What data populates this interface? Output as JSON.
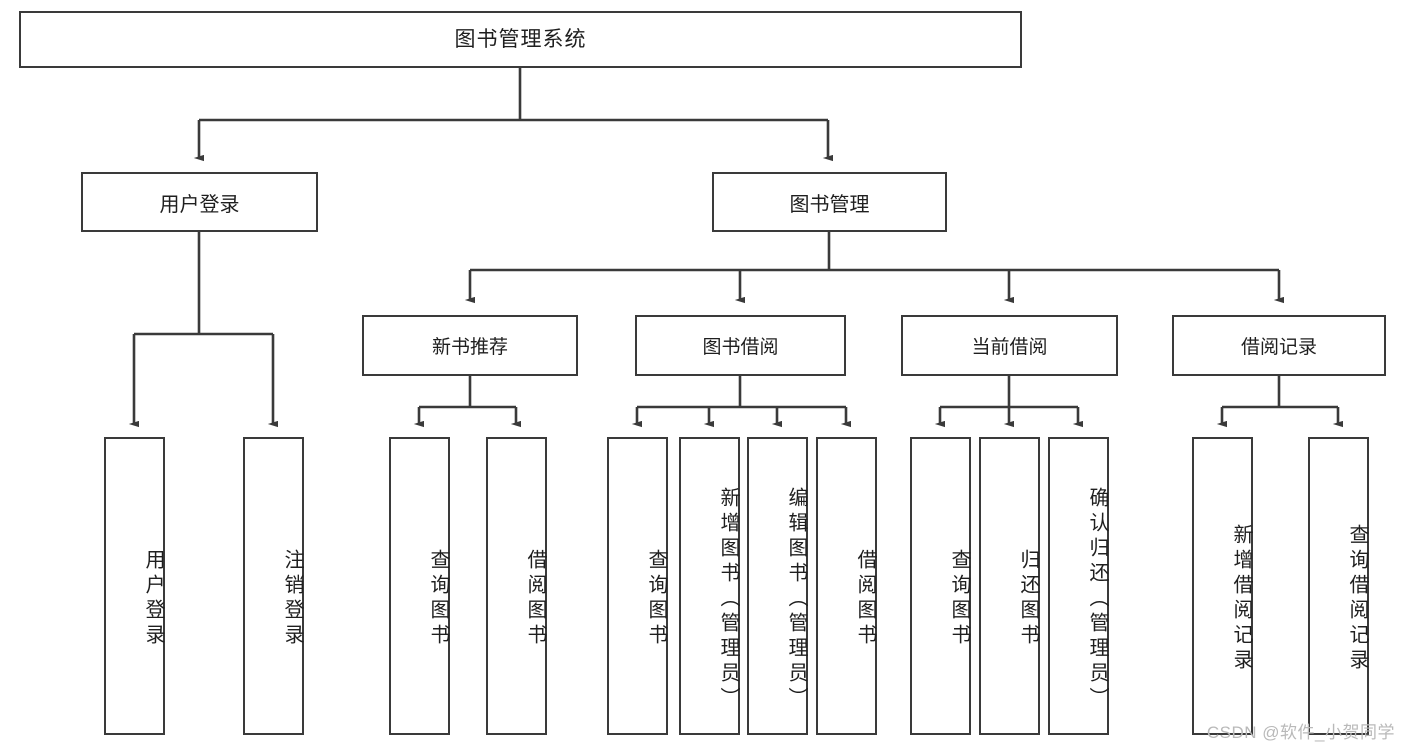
{
  "diagram": {
    "title": "图书管理系统",
    "watermark": "CSDN @软件_小贺同学",
    "line_color": "#3a3a3a",
    "box_fill": "#ffffff",
    "text_color": "#1f1f1f",
    "root": {
      "label": "图书管理系统"
    },
    "level2": [
      {
        "label": "用户登录"
      },
      {
        "label": "图书管理"
      }
    ],
    "level3": [
      {
        "label": "新书推荐"
      },
      {
        "label": "图书借阅"
      },
      {
        "label": "当前借阅"
      },
      {
        "label": "借阅记录"
      }
    ],
    "leaves": {
      "user_login": [
        {
          "label": "用户登录"
        },
        {
          "label": "注销登录"
        }
      ],
      "new_book": [
        {
          "label": "查询图书"
        },
        {
          "label": "借阅图书"
        }
      ],
      "book_borrow": [
        {
          "label": "查询图书"
        },
        {
          "label": "新增图书（管理员）"
        },
        {
          "label": "编辑图书（管理员）"
        },
        {
          "label": "借阅图书"
        }
      ],
      "current_borrow": [
        {
          "label": "查询图书"
        },
        {
          "label": "归还图书"
        },
        {
          "label": "确认归还（管理员）"
        }
      ],
      "borrow_record": [
        {
          "label": "新增借阅记录"
        },
        {
          "label": "查询借阅记录"
        }
      ]
    }
  }
}
